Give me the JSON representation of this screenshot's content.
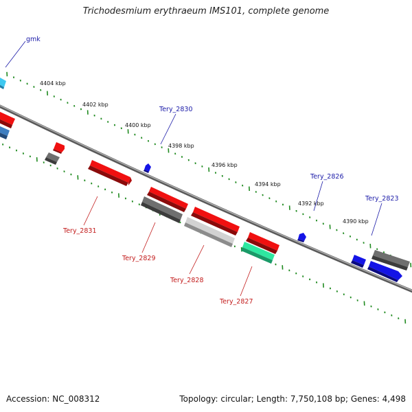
{
  "title": "Trichodesmium erythraeum IMS101, complete genome",
  "footer": {
    "accession": "Accession: NC_008312",
    "summary": "Topology: circular; Length: 7,750,108 bp; Genes: 4,498"
  },
  "scale_labels": [
    "4404 kbp",
    "4402 kbp",
    "4400 kbp",
    "4398 kbp",
    "4396 kbp",
    "4394 kbp",
    "4392 kbp",
    "4390 kbp"
  ],
  "colors": {
    "backbone": "#8a8a8a",
    "tick": "#1f8a1f",
    "red": "#f01010",
    "grey": "#6f6f6f",
    "lightgrey": "#c8c8c8",
    "teal": "#2ee8a0",
    "blue": "#1414e6",
    "cyan": "#3ec8f0",
    "steel": "#3e7ec0"
  },
  "genes_top": [
    {
      "label": "gmk"
    },
    {
      "label": "Tery_2830"
    },
    {
      "label": "Tery_2826"
    },
    {
      "label": "Tery_2823"
    }
  ],
  "genes_bottom": [
    {
      "label": "Tery_2831"
    },
    {
      "label": "Tery_2829"
    },
    {
      "label": "Tery_2828"
    },
    {
      "label": "Tery_2827"
    }
  ]
}
